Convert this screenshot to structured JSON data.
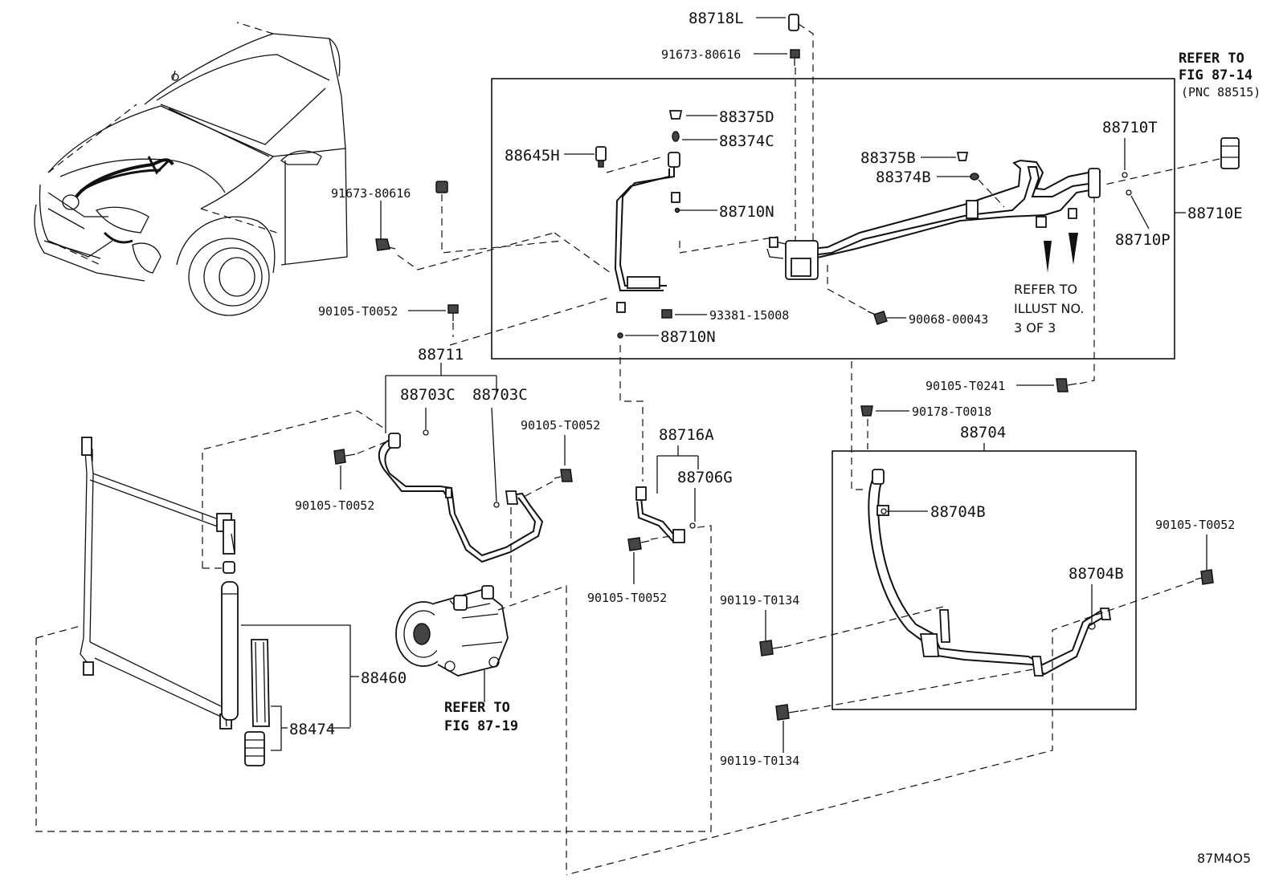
{
  "labels": {
    "p88718L": "88718L",
    "p91673a": "91673-80616",
    "p91673b": "91673-80616",
    "p88375D": "88375D",
    "p88374C": "88374C",
    "p88645H": "88645H",
    "p88710N_top": "88710N",
    "p88710N_bottom": "88710N",
    "p93381": "93381-15008",
    "p88375B": "88375B",
    "p88374B": "88374B",
    "p88710T": "88710T",
    "p88710E": "88710E",
    "p88710P": "88710P",
    "p90068": "90068-00043",
    "p90105_a": "90105-T0052",
    "p88711": "88711",
    "p88703C_a": "88703C",
    "p88703C_b": "88703C",
    "p90105_b": "90105-T0052",
    "p90105_c": "90105-T0052",
    "p88716A": "88716A",
    "p88706G": "88706G",
    "p90105_d": "90105-T0052",
    "p90105_T0241": "90105-T0241",
    "p90178": "90178-T0018",
    "p88704": "88704",
    "p88704B_a": "88704B",
    "p88704B_b": "88704B",
    "p90105_e": "90105-T0052",
    "p90119_a": "90119-T0134",
    "p90119_b": "90119-T0134",
    "p88460": "88460",
    "p88474": "88474"
  },
  "refs": {
    "fig8714_line1": "REFER TO",
    "fig8714_line2": "FIG 87-14",
    "fig8714_line3": "(PNC 88515)",
    "illust_line1": "REFER TO",
    "illust_line2": "ILLUST NO.",
    "illust_line3": "3 OF 3",
    "fig8719_line1": "REFER TO",
    "fig8719_line2": "FIG 87-19"
  },
  "figure_code": "87M4O5"
}
